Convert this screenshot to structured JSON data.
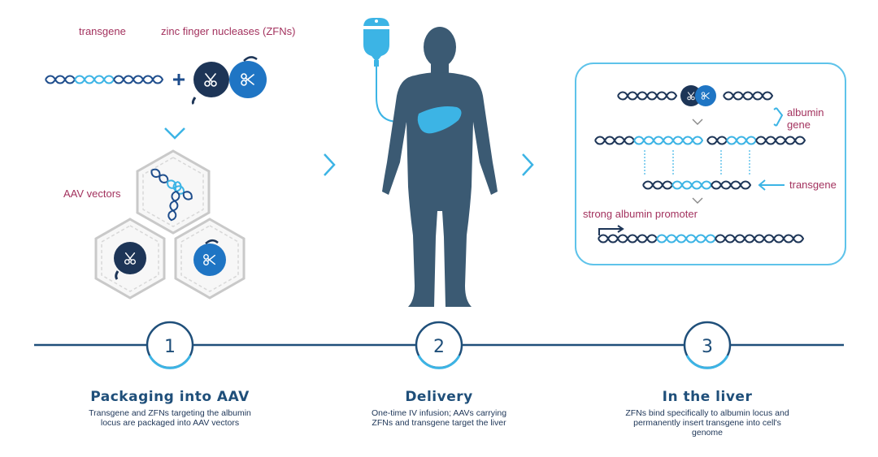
{
  "colors": {
    "magenta": "#a3325e",
    "navy": "#1d3557",
    "dark_blue": "#1e4d8c",
    "mid_blue": "#1f75c4",
    "light_blue": "#3cb4e5",
    "body_gray": "#3b5a73",
    "hex_gray": "#c9c9c9",
    "line_blue": "#1f4f7a"
  },
  "labels": {
    "transgene": "transgene",
    "zfns": "zinc finger nucleases (ZFNs)",
    "aav_vectors": "AAV vectors",
    "albumin_gene_1": "albumin",
    "albumin_gene_2": "gene",
    "transgene_right": "transgene",
    "promoter": "strong albumin promoter"
  },
  "icons": [
    "dna-strand-icon",
    "scissors-icon",
    "iv-bag-icon",
    "liver-icon",
    "chevron-right-icon",
    "chevron-down-icon",
    "hexagon-capsid-icon",
    "human-body-icon"
  ],
  "steps": [
    {
      "number": "1",
      "title": "Packaging into AAV",
      "desc": [
        "Transgene and ZFNs targeting the albumin",
        "locus are packaged into AAV vectors"
      ]
    },
    {
      "number": "2",
      "title": "Delivery",
      "desc": [
        "One-time IV infusion; AAVs carrying",
        "ZFNs and transgene target the liver"
      ]
    },
    {
      "number": "3",
      "title": "In the liver",
      "desc": [
        "ZFNs bind specifically to albumin locus and",
        "permanently insert transgene into cell's",
        "genome"
      ]
    }
  ]
}
